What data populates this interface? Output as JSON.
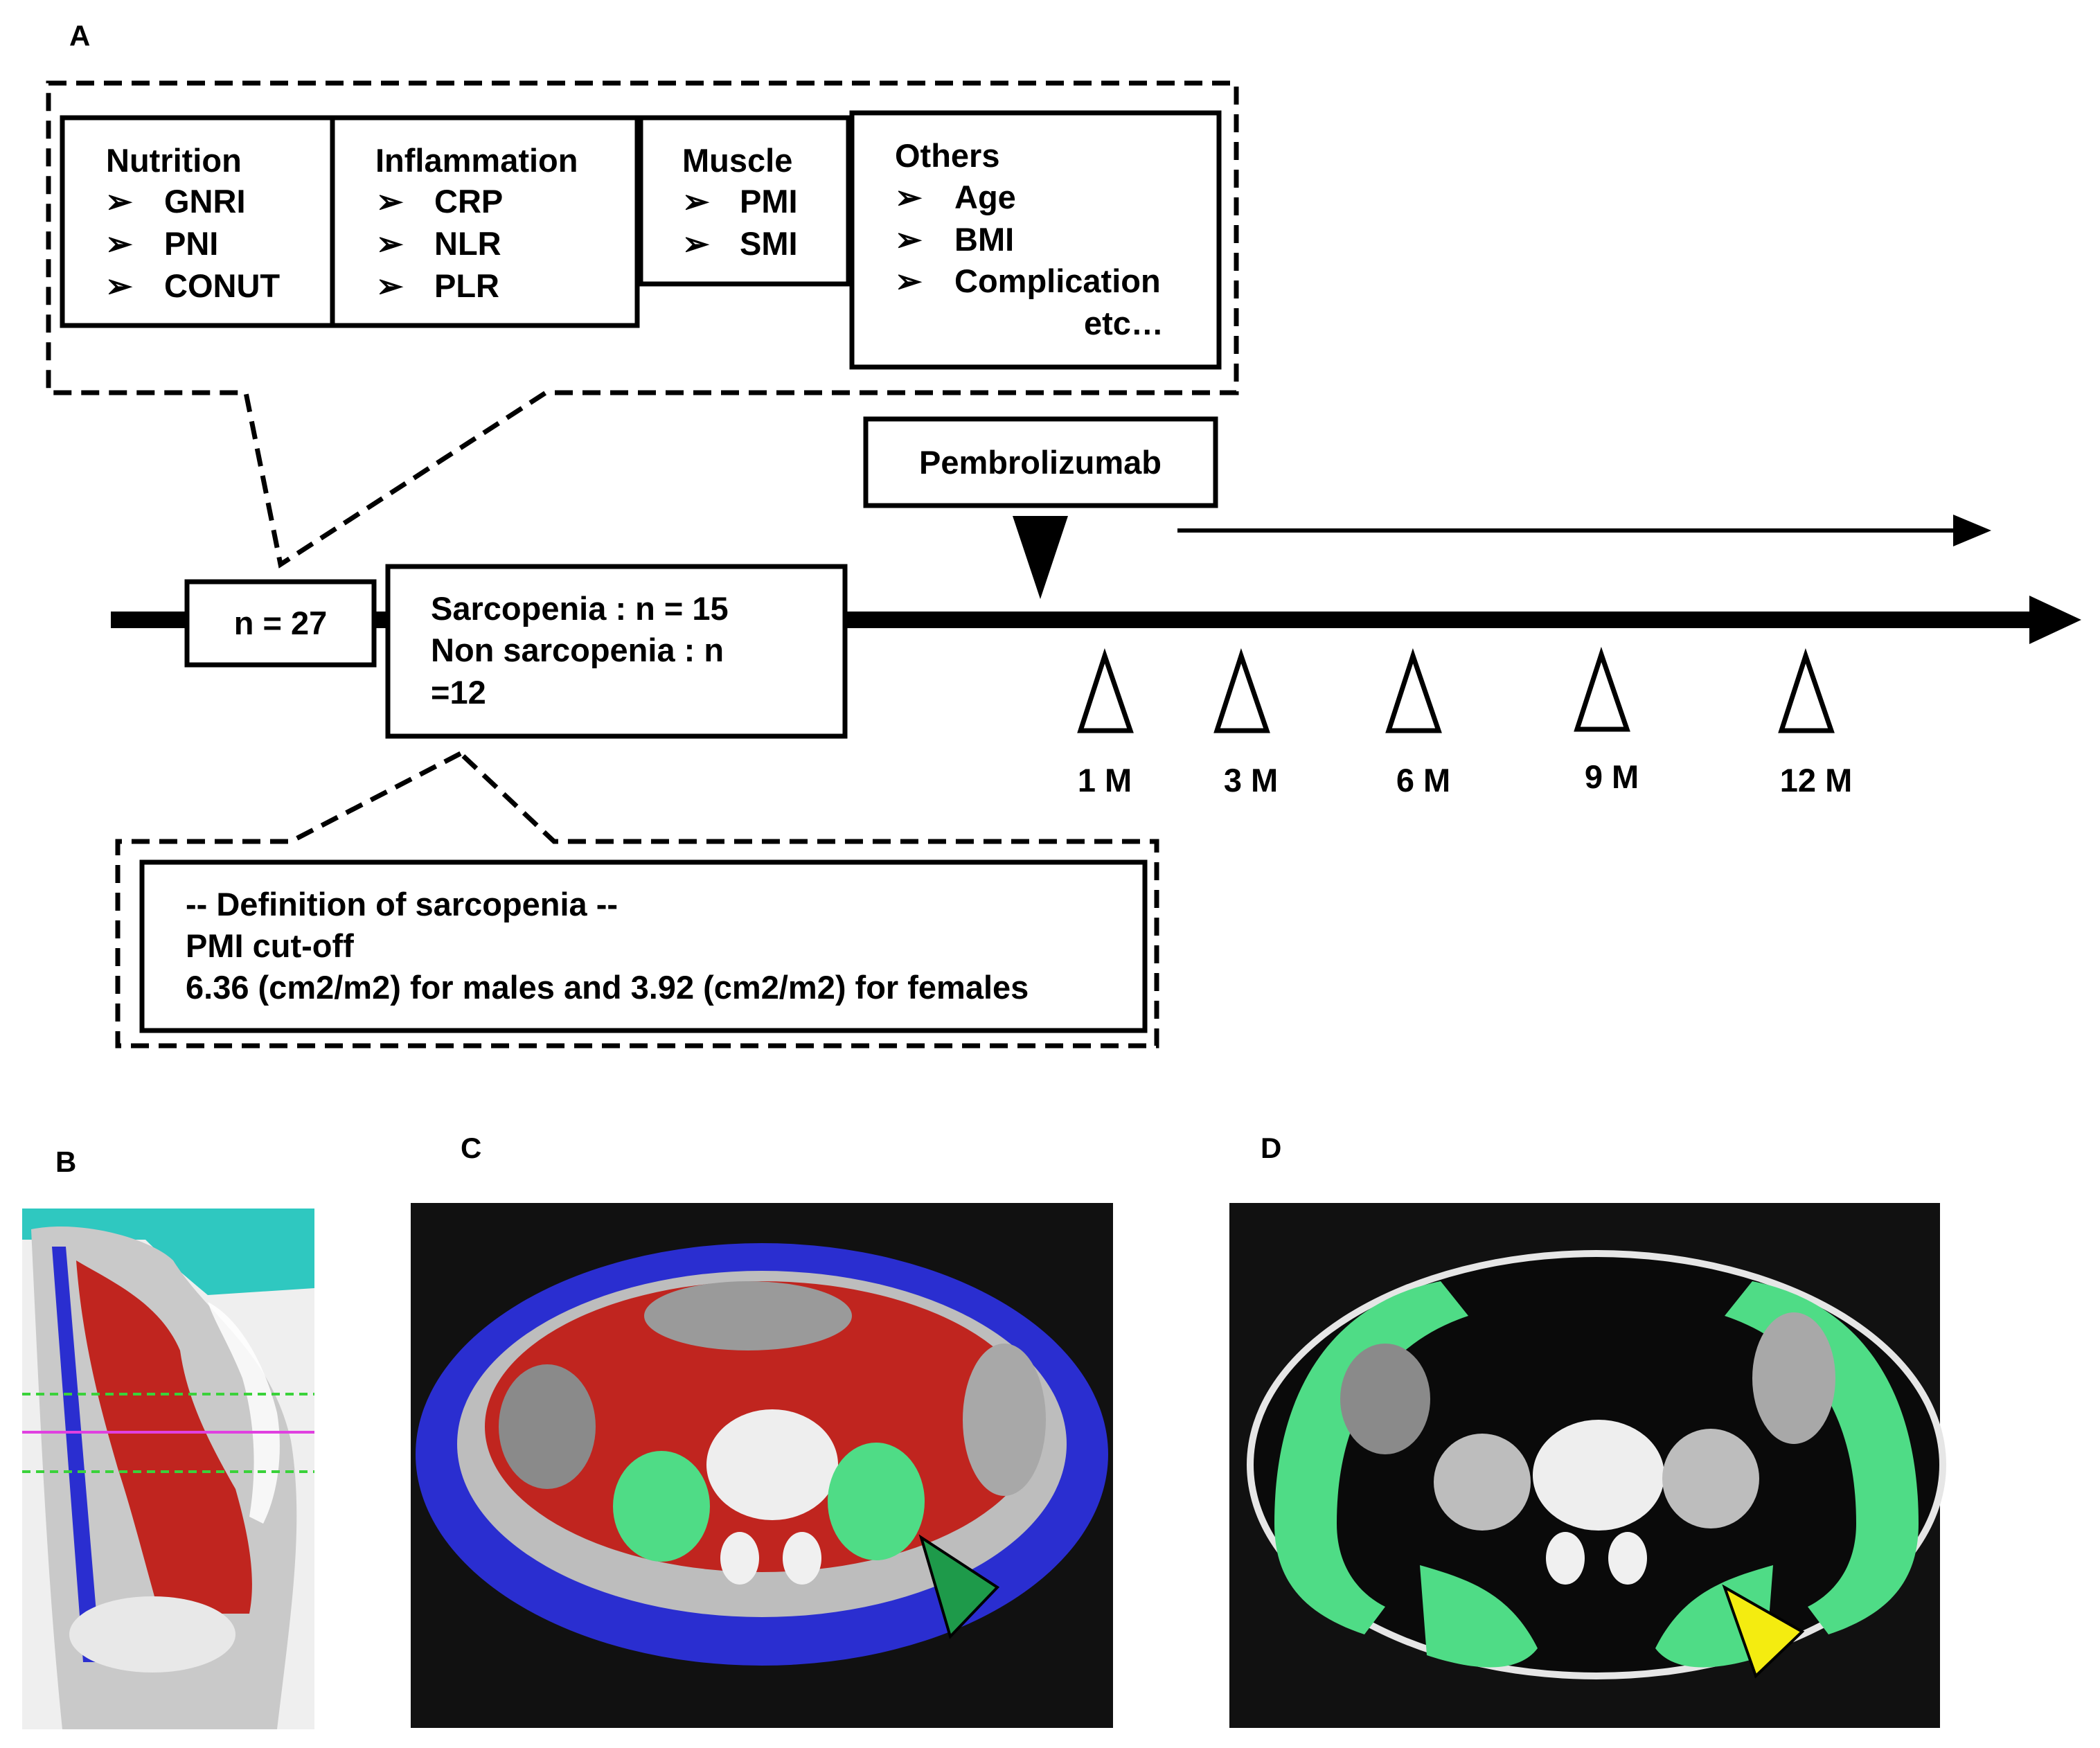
{
  "panel_labels": {
    "a": "A",
    "b": "B",
    "c": "C",
    "d": "D"
  },
  "categories": [
    {
      "title": "Nutrition",
      "items": [
        "GNRI",
        "PNI",
        "CONUT"
      ]
    },
    {
      "title": "Inflammation",
      "items": [
        "CRP",
        "NLR",
        "PLR"
      ]
    },
    {
      "title": "Muscle",
      "items": [
        "PMI",
        "SMI"
      ]
    },
    {
      "title": "Others",
      "items": [
        "Age",
        "BMI",
        "Complication"
      ],
      "trailer": "etc…"
    }
  ],
  "bullet_glyph": "➢",
  "cohort": "n = 27",
  "groups": {
    "line1": "Sarcopenia : n = 15",
    "line2": "Non sarcopenia : n",
    "line3": "=12"
  },
  "drug": "Pembrolizumab",
  "timepoints": [
    "1 M",
    "3 M",
    "6 M",
    "9 M",
    "12 M"
  ],
  "definition": {
    "heading": "-- Definition of sarcopenia --",
    "line1": "PMI cut-off",
    "line2": "6.36 (cm2/m2) for males and 3.92 (cm2/m2) for females"
  },
  "colors": {
    "line": "#000000",
    "ct_blue": "#2a2ed0",
    "ct_red": "#c0251f",
    "ct_green": "#4fdc86",
    "ct_cyan": "#2fc8c0",
    "arrow_green": "#1e9a4a",
    "arrow_yellow": "#f4ec10"
  }
}
